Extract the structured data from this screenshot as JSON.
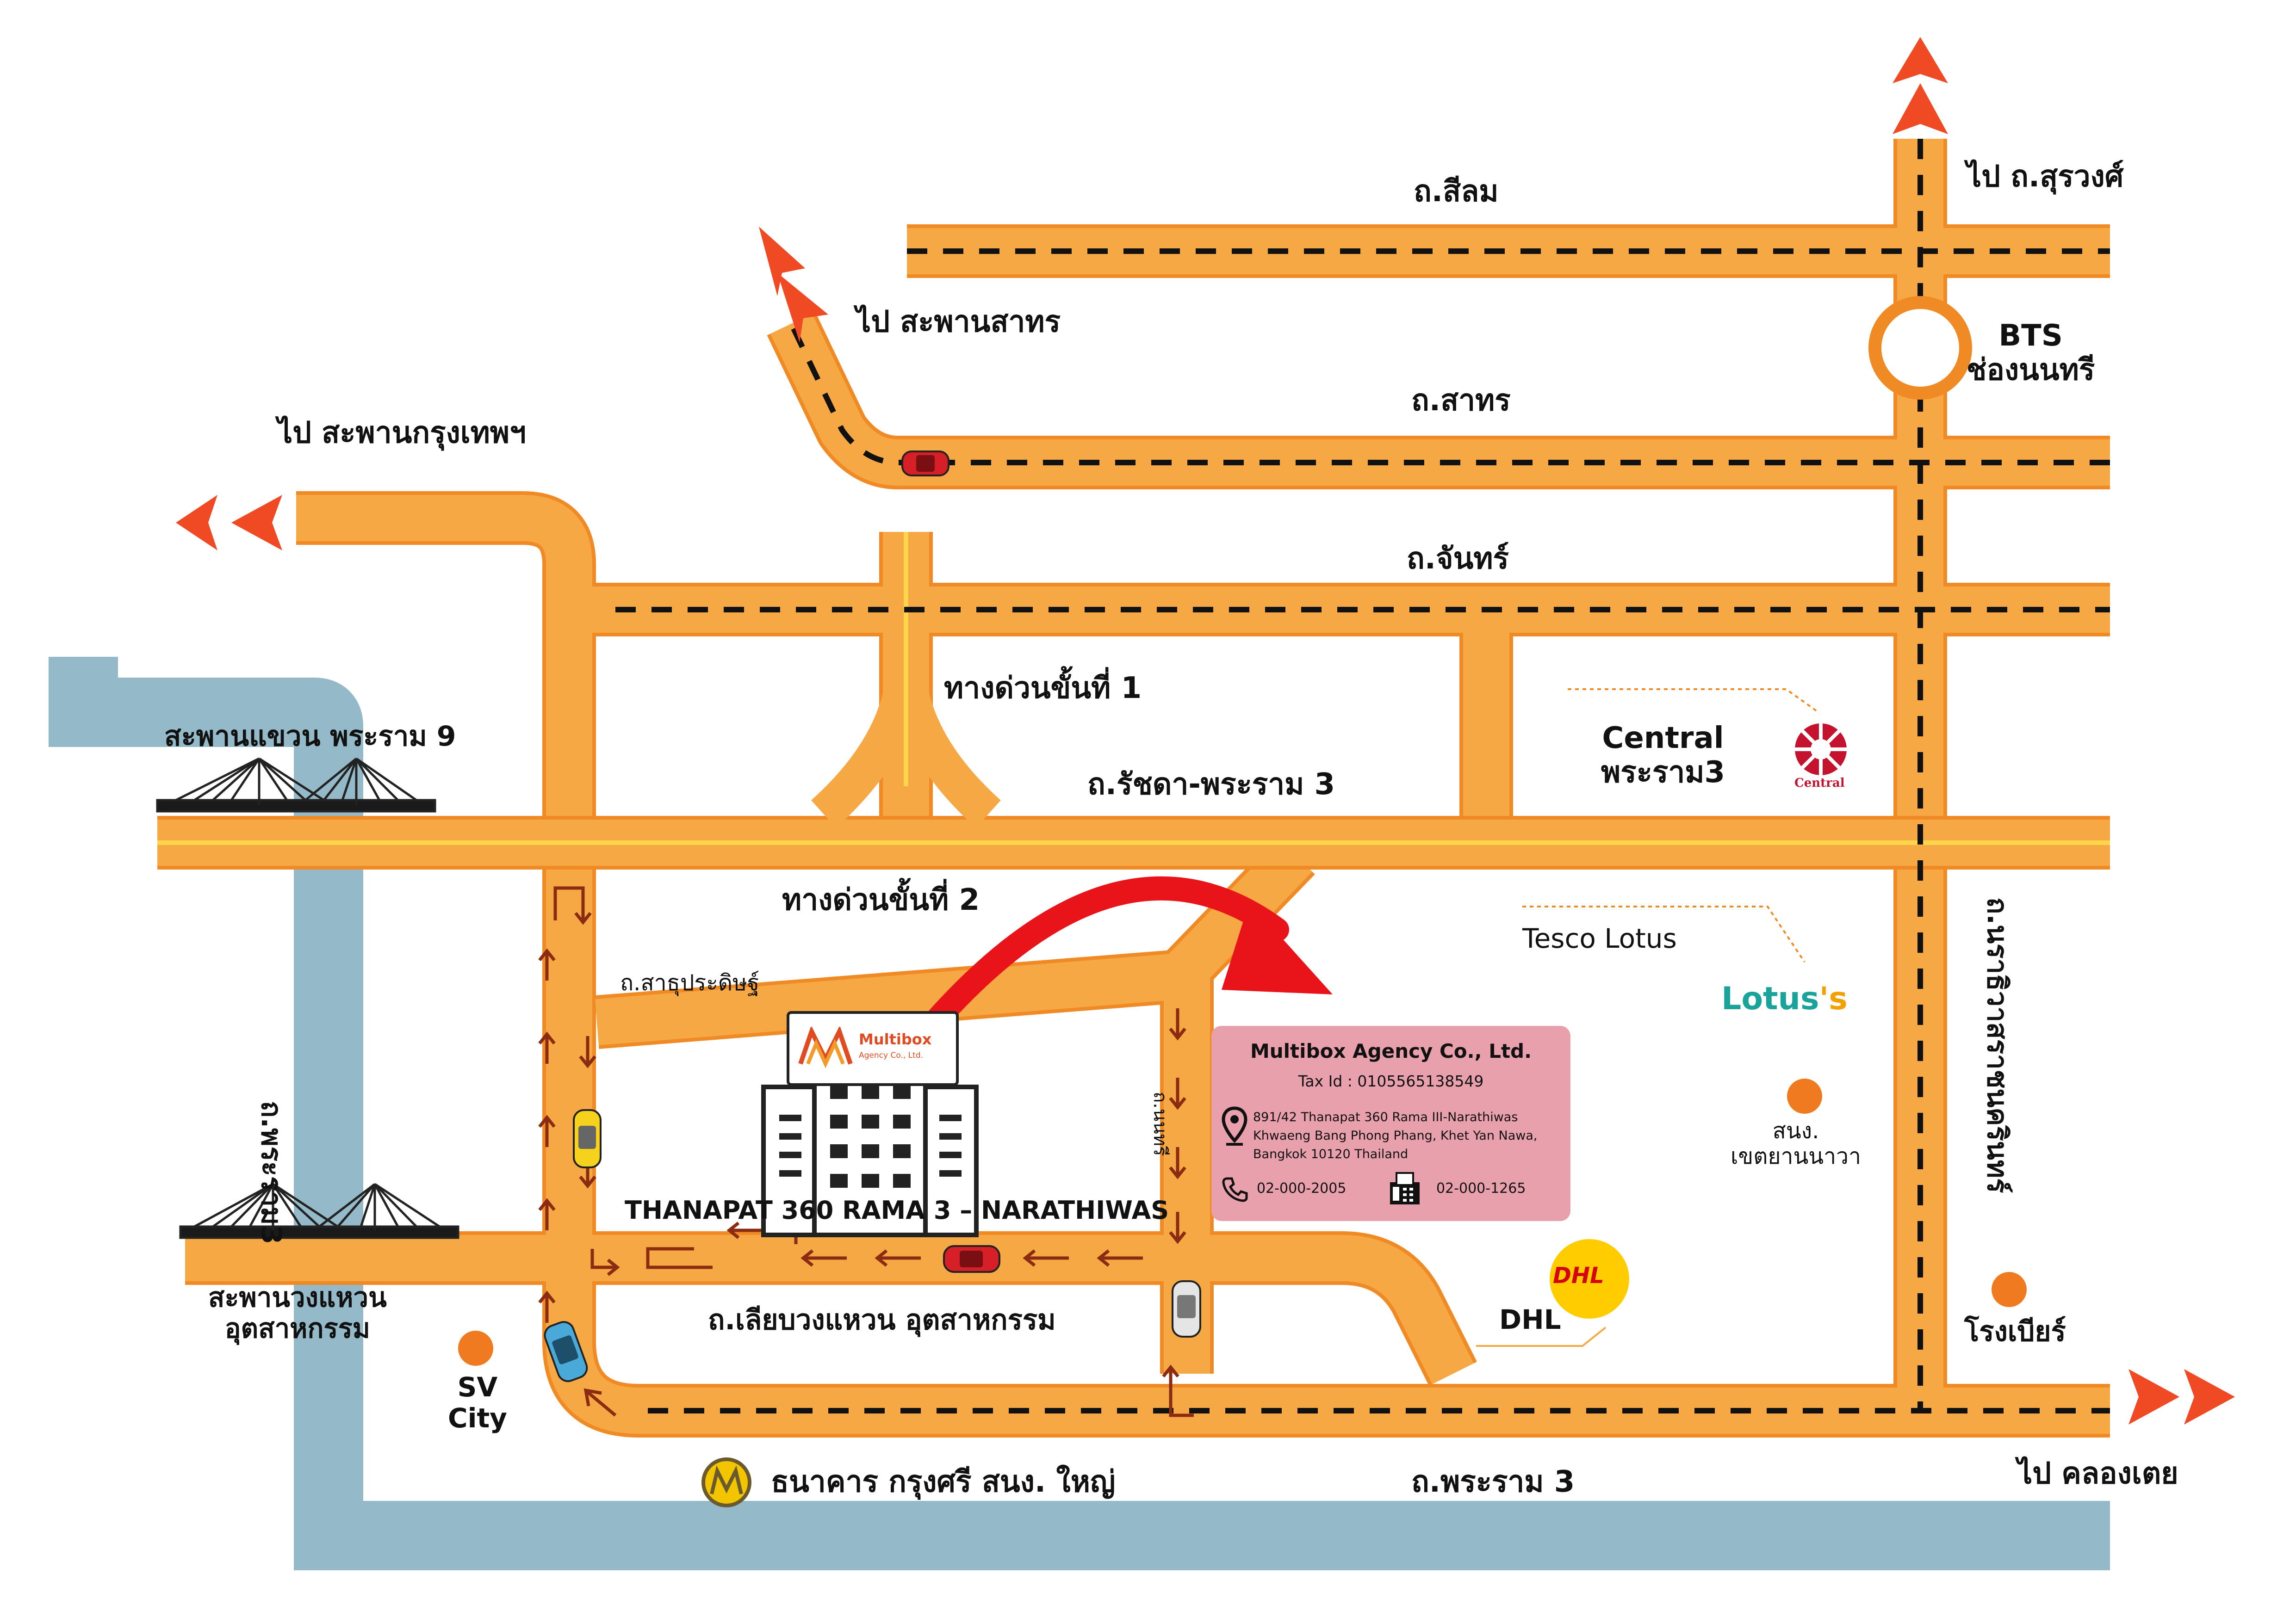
{
  "map": {
    "colors": {
      "road": "#f5a843",
      "road_edge": "#f08a24",
      "dash": "#111111",
      "river": "#94bac9",
      "arrow": "#f04a25",
      "route_arrow": "#8b2b12",
      "bank_pin": "#f07a1f",
      "red_arrow": "#e8141a",
      "yellow_line": "#ffd54a"
    },
    "labels": {
      "silom": "ถ.สีลม",
      "to_surawong": "ไป ถ.สุรวงศ์",
      "to_sathorn_bridge": "ไป สะพานสาทร",
      "bts_line1": "BTS",
      "bts_line2": "ช่องนนทรี",
      "sathorn": "ถ.สาทร",
      "to_krungthep_bridge": "ไป สะพานกรุงเทพฯ",
      "chan": "ถ.จันทร์",
      "expressway1": "ทางด่วนขั้นที่ 1",
      "rama9_bridge": "สะพานแขวน พระราม 9",
      "central_line1": "Central",
      "central_line2": "พระราม3",
      "ratchada": "ถ.รัชดา-พระราม 3",
      "expressway2": "ทางด่วนขั้นที่ 2",
      "tesco": "Tesco Lotus",
      "sathupradit": "ถ.สาธุประดิษฐ์",
      "rama3_vertical": "ถ.พระราม3",
      "narathiwas": "ถ.นราธิวาสราชนครินทร์",
      "soi_small": "ถ.นนทรี",
      "police_line1": "สนง.",
      "police_line2": "เขตยานนาวา",
      "thanapat": "THANAPAT 360 RAMA 3 – NARATHIWAS",
      "industrial_bridge_line1": "สะพานวงแหวน",
      "industrial_bridge_line2": "อุตสาหกรรม",
      "bypass_road": "ถ.เลียบวงแหวน อุตสาหกรรม",
      "dhl": "DHL",
      "robeer": "โรงเบียร์",
      "sv_line1": "SV",
      "sv_line2": "City",
      "to_khlongtoei": "ไป คลองเตย",
      "bank": "ธนาคาร กรุงศรี สนง. ใหญ่",
      "rama3": "ถ.พระราม 3"
    },
    "brands": {
      "central_logo_text": "Central",
      "lotus_logo_main": "Lotus",
      "lotus_logo_tail": "'s",
      "dhl_logo": "DHL",
      "multibox_logo": "Multibox",
      "multibox_logo_sub": "Agency Co., Ltd."
    },
    "icons": [
      "building-icon",
      "bridge-icon",
      "car-icon",
      "roundabout-icon",
      "pin-icon",
      "phone-icon",
      "fax-icon",
      "bank-logo",
      "central-logo",
      "dhl-logo",
      "lotus-logo",
      "direction-arrow"
    ]
  },
  "contact": {
    "company": "Multibox Agency Co., Ltd.",
    "tax": "Tax Id : 0105565138549",
    "address_line1": "891/42 Thanapat 360 Rama III-Narathiwas",
    "address_line2": "Khwaeng Bang Phong Phang, Khet Yan Nawa,",
    "address_line3": "Bangkok 10120 Thailand",
    "phone": "02-000-2005",
    "fax": "02-000-1265"
  }
}
